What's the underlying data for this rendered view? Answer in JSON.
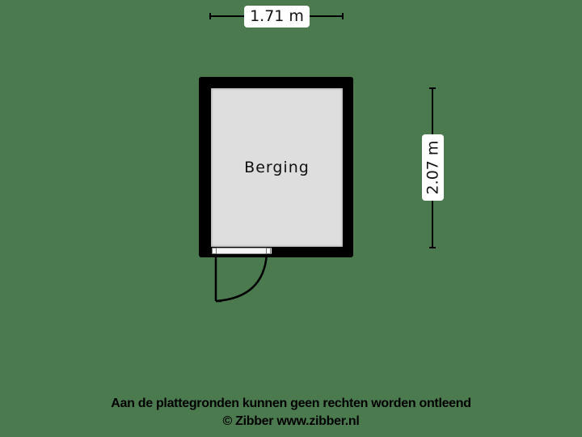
{
  "floorplan": {
    "background_color": "#4a7a4e",
    "wall_color": "#000000",
    "floor_color": "#dedede",
    "rooms": [
      {
        "name": "Berging"
      }
    ],
    "dimensions": {
      "width": {
        "label": "1.71 m",
        "orientation": "horizontal"
      },
      "depth": {
        "label": "2.07 m",
        "orientation": "vertical"
      }
    },
    "door": {
      "type": "swing-door",
      "position": "bottom-left",
      "swing": "outward"
    }
  },
  "footer": {
    "disclaimer": "Aan de plattegronden kunnen geen rechten worden ontleend",
    "copyright": "© Zibber www.zibber.nl"
  }
}
